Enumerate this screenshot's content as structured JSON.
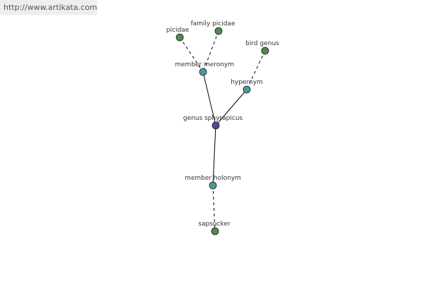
{
  "banner": {
    "url_text": "http://www.artikata.com"
  },
  "colors": {
    "leaf_node": "#4e8a4e",
    "relation_node": "#4a9a9a",
    "center_node": "#4a4a9a",
    "edge": "#000000",
    "label": "#333333"
  },
  "graph": {
    "nodes": [
      {
        "id": "picidae",
        "label": "picidae",
        "kind": "leaf"
      },
      {
        "id": "family-picidae",
        "label": "family picidae",
        "kind": "leaf"
      },
      {
        "id": "member-meronym",
        "label": "member meronym",
        "kind": "relation"
      },
      {
        "id": "bird-genus",
        "label": "bird genus",
        "kind": "leaf"
      },
      {
        "id": "hypernym",
        "label": "hypernym",
        "kind": "relation"
      },
      {
        "id": "genus-sphyrapicus",
        "label": "genus sphyrapicus",
        "kind": "center"
      },
      {
        "id": "member-holonym",
        "label": "member holonym",
        "kind": "relation"
      },
      {
        "id": "sapsucker",
        "label": "sapsucker",
        "kind": "leaf"
      }
    ],
    "edges": [
      {
        "from": "picidae",
        "to": "member-meronym",
        "style": "dashed"
      },
      {
        "from": "family-picidae",
        "to": "member-meronym",
        "style": "dashed"
      },
      {
        "from": "bird-genus",
        "to": "hypernym",
        "style": "dashed"
      },
      {
        "from": "member-meronym",
        "to": "genus-sphyrapicus",
        "style": "solid"
      },
      {
        "from": "hypernym",
        "to": "genus-sphyrapicus",
        "style": "solid"
      },
      {
        "from": "genus-sphyrapicus",
        "to": "member-holonym",
        "style": "solid"
      },
      {
        "from": "member-holonym",
        "to": "sapsucker",
        "style": "dashed"
      }
    ]
  }
}
